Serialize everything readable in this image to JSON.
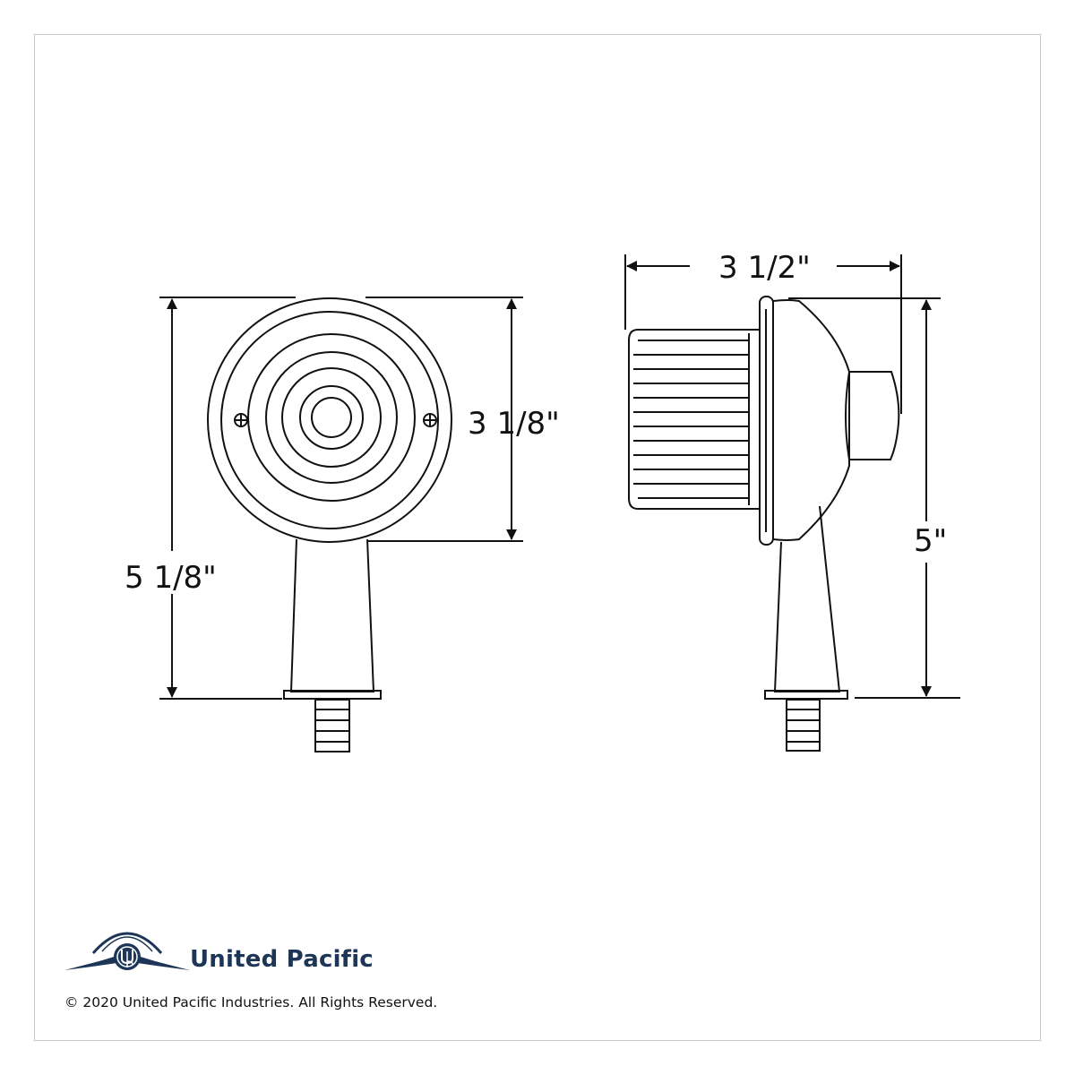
{
  "dimensions": {
    "front_height": "5 1/8\"",
    "front_diameter": "3 1/8\"",
    "side_depth": "3 1/2\"",
    "side_height": "5\""
  },
  "branding": {
    "company_name": "United Pacific",
    "copyright": "© 2020 United Pacific Industries. All Rights Reserved.",
    "logo_icon": "united-pacific-winged-logo-icon",
    "brand_color": "#1d3557"
  }
}
